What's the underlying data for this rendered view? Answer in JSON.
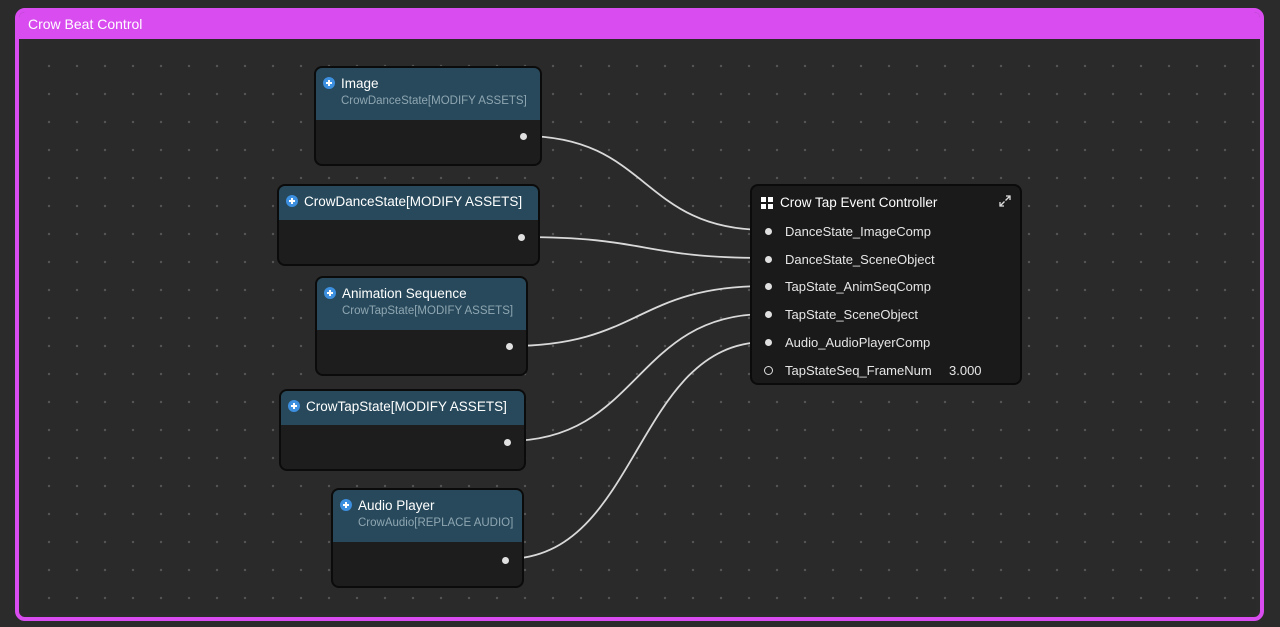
{
  "frame": {
    "title": "Crow Beat Control",
    "accent_color": "#d94df0"
  },
  "nodes": {
    "image": {
      "title": "Image",
      "subtitle": "CrowDanceState[MODIFY ASSETS]"
    },
    "dance_state": {
      "title": "CrowDanceState[MODIFY ASSETS]"
    },
    "anim_seq": {
      "title": "Animation Sequence",
      "subtitle": "CrowTapState[MODIFY ASSETS]"
    },
    "tap_state": {
      "title": "CrowTapState[MODIFY ASSETS]"
    },
    "audio": {
      "title": "Audio Player",
      "subtitle": "CrowAudio[REPLACE AUDIO]"
    }
  },
  "controller": {
    "title": "Crow Tap Event Controller",
    "inputs": [
      {
        "label": "DanceState_ImageComp",
        "connected": true
      },
      {
        "label": "DanceState_SceneObject",
        "connected": true
      },
      {
        "label": "TapState_AnimSeqComp",
        "connected": true
      },
      {
        "label": "TapState_SceneObject",
        "connected": true
      },
      {
        "label": "Audio_AudioPlayerComp",
        "connected": true
      },
      {
        "label": "TapStateSeq_FrameNum",
        "connected": false,
        "value": "3.000"
      }
    ]
  },
  "icons": {
    "node_header": "plus-circle-icon",
    "controller": "grid-icon",
    "expand": "expand-icon"
  },
  "colors": {
    "node_header": "#27495b",
    "node_body": "#1d1d1d",
    "plus_icon": "#3d8fe0",
    "wire": "#d9d9d9"
  }
}
